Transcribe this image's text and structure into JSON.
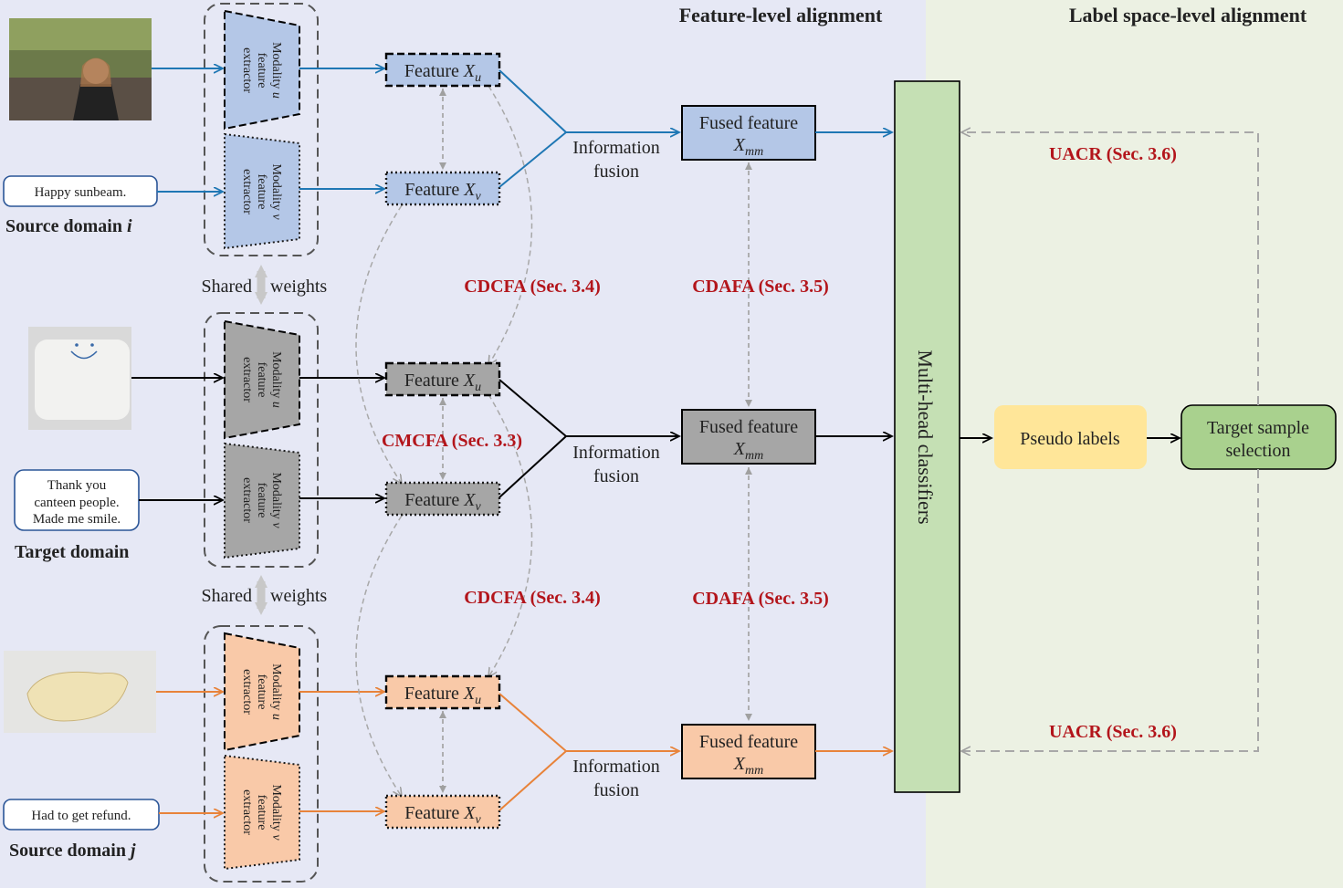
{
  "headers": {
    "feature_level": "Feature-level alignment",
    "label_space_level": "Label space-level alignment"
  },
  "domains": {
    "source_i": {
      "label": "Source domain",
      "var": "i",
      "text": "Happy sunbeam."
    },
    "target": {
      "label": "Target domain",
      "text_lines": [
        "Thank you",
        "canteen people.",
        "Made me smile."
      ]
    },
    "source_j": {
      "label": "Source domain",
      "var": "j",
      "text": "Had to get refund."
    }
  },
  "extractor": {
    "u_lines": [
      "Modality",
      "feature",
      "extractor"
    ],
    "u_var": "u",
    "v_var": "v"
  },
  "shared_weights": {
    "left": "Shared",
    "right": "weights"
  },
  "feature_label": "Feature",
  "feature_u_var": "X",
  "feature_u_sub": "u",
  "feature_v_sub": "v",
  "fusion": {
    "line1": "Information",
    "line2": "fusion"
  },
  "fused": {
    "line1": "Fused feature",
    "var": "X",
    "sub": "mm"
  },
  "classifiers": "Multi-head classifiers",
  "pseudo_labels": "Pseudo labels",
  "target_selection": {
    "line1": "Target sample",
    "line2": "selection"
  },
  "annotations": {
    "cdcfa": "CDCFA (Sec. 3.4)",
    "cdafa": "CDAFA (Sec. 3.5)",
    "cmcfa": "CMCFA (Sec. 3.3)",
    "uacr": "UACR (Sec. 3.6)"
  },
  "colors": {
    "source_i": "#1f77b4",
    "target": "#000000",
    "source_j": "#e8833a",
    "blue_fill": "#b4c7e7",
    "gray_fill": "#a6a6a6",
    "orange_fill": "#f9c9a8",
    "classifier_fill": "#c5e0b4",
    "pseudo_fill": "#ffe699",
    "selection_fill": "#a9d18e",
    "annotation_red": "#b3151b",
    "left_bg": "#e6e8f5",
    "right_bg": "#ecf1e3"
  }
}
